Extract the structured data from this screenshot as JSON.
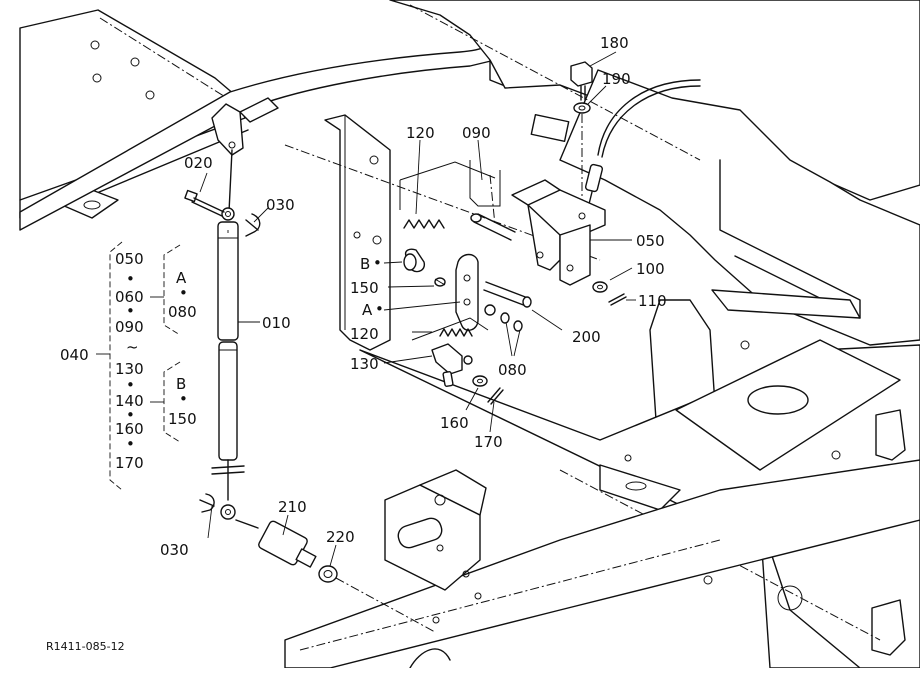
{
  "diagram_id": "R1411-085-12",
  "labels": {
    "p010": "010",
    "p020": "020",
    "p030a": "030",
    "p030b": "030",
    "p040": "040",
    "p050": "050",
    "p080": "080",
    "p090": "090",
    "p100": "100",
    "p110": "110",
    "p120a": "120",
    "p120b": "120",
    "p130": "130",
    "p150": "150",
    "p160": "160",
    "p170": "170",
    "p180": "180",
    "p190": "190",
    "p200": "200",
    "p210": "210",
    "p220": "220",
    "ref_a": "A",
    "ref_b": "B"
  },
  "kit_group": {
    "set": "040",
    "items": [
      "050",
      "060",
      "090",
      "~",
      "130",
      "140",
      "160",
      "170"
    ],
    "group_a": [
      "A",
      "080"
    ],
    "group_b": [
      "B",
      "150"
    ],
    "bullet": "•"
  }
}
